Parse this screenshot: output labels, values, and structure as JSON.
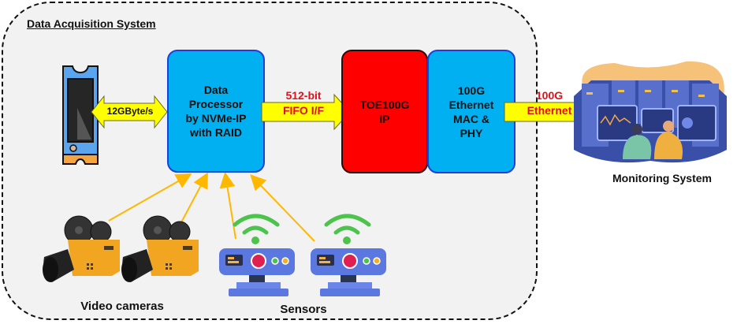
{
  "container": {
    "title": "Data Acquisition System"
  },
  "blocks": {
    "processor": "Data\nProcessor\nby NVMe-IP\nwith RAID",
    "toe": "TOE100G\nIP",
    "mac": "100G\nEthernet\nMAC &\nPHY"
  },
  "links": {
    "ssd_link": "12GByte/s",
    "fifo_top": "512-bit",
    "fifo_bottom": "FIFO I/F",
    "eth_top": "100G",
    "eth_bottom": "Ethernet"
  },
  "labels": {
    "cameras": "Video cameras",
    "sensors": "Sensors",
    "monitoring": "Monitoring System"
  },
  "colors": {
    "processor_fill": "#00b0f0",
    "toe_fill": "#ff0000",
    "arrow_fill": "#ffff00",
    "connector": "#ffb800",
    "link_text": "#e0101a"
  }
}
